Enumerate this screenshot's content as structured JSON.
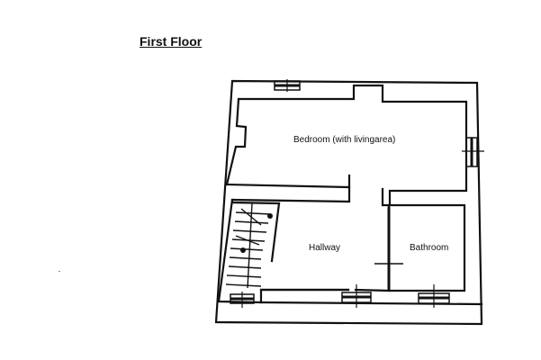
{
  "title": "First Floor",
  "rooms": [
    {
      "label": "Bedroom (with livingarea)"
    },
    {
      "label": "Hallway"
    },
    {
      "label": "Bathroom"
    }
  ],
  "elements": {
    "stairs": "staircase",
    "windows": 5,
    "doors": 2
  }
}
